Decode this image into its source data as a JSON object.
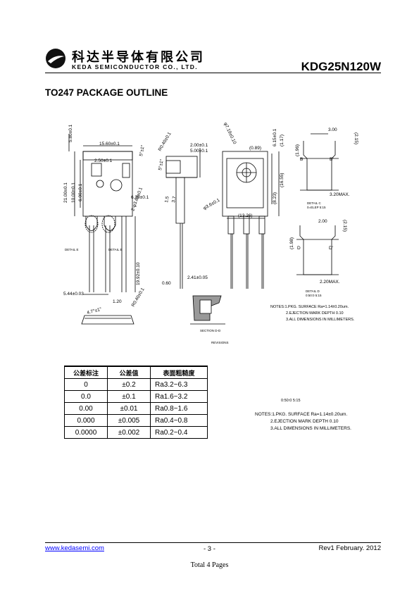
{
  "header": {
    "company_cn": "科达半导体有限公司",
    "company_en": "KEDA SEMICONDUCTOR CO., LTD.",
    "part_number": "KDG25N120W"
  },
  "section_title": "TO247 PACKAGE OUTLINE",
  "drawing": {
    "labels": {
      "top_5_80": "5.80±0.1",
      "width_15_60": "15.60±0.1",
      "hole_2_50": "2.50±0.1",
      "h_21_00": "21.00±0.1",
      "h_10_00": "10.00±0.1",
      "h_6_00": "6.00±0.1",
      "dia_6_20": "6.20±0.1",
      "dia_3_60": "2-φ3.60±0.1",
      "lead_19_92": "19.92±0.10",
      "pitch_5_44": "5.44±0.03",
      "lead_1_20": "1.20",
      "detail_e": "DETAIL E",
      "detail_e2": "DETAIL E",
      "r_0_40": "R0.40±0.1",
      "angle_5": "5°±1°",
      "angle_5b": "5°±1°",
      "angle_4_7": "4.7°±1°",
      "dim_2_00": "2.00±0.1",
      "dim_5_00": "5.00±0.1",
      "dim_1_5": "1.5",
      "dim_3_7": "3.7",
      "dim_0_60": "0.60",
      "dim_2_41": "2.41±0.05",
      "section_d": "SECTION D-D",
      "revisions": "REVISIONS",
      "phi_7": "φ7.19±0.10",
      "dim_0_89": "(0.89)",
      "dim_6_15": "6.15±0.1",
      "dim_1_17": "(1.17)",
      "dim_16_55": "(16.55)",
      "dim_8_23": "(8.23)",
      "phi_3_6": "φ3.6±0.1",
      "dim_13_26": "(13.26)",
      "dim_3_00": "3.00",
      "dim_2_15": "(2.15)",
      "dim_1_96": "(1.96)",
      "sec_b": "B",
      "sec_b2": "B'",
      "dim_3_20": "3.20MAX.",
      "detail_c": "DETAIL C",
      "detail_c_scale": "0=ELEP 5:15",
      "dim_2_00b": "2.00",
      "dim_2_15b": "(2.15)",
      "dim_1_98": "(1.98)",
      "sec_d": "D",
      "sec_d2": "D'",
      "dim_2_20": "2.20MAX.",
      "detail_d": "DETAIL D",
      "detail_d_scale": "0:50:0 5:15",
      "notes": [
        "NOTES:1.PKG. SURFACE Ra=1.14±0.20um.",
        "2.EJECTION MARK DEPTH 0.10",
        "3.ALL DIMENSIONS IN MILLIMETERS."
      ]
    }
  },
  "tolerance_table": {
    "headers": [
      "公差标注",
      "公差值",
      "表面粗糙度"
    ],
    "rows": [
      [
        "0",
        "±0.2",
        "Ra3.2~6.3"
      ],
      [
        "0.0",
        "±0.1",
        "Ra1.6~3.2"
      ],
      [
        "0.00",
        "±0.01",
        "Ra0.8~1.6"
      ],
      [
        "0.000",
        "±0.005",
        "Ra0.4~0.8"
      ],
      [
        "0.0000",
        "±0.002",
        "Ra0.2~0.4"
      ]
    ]
  },
  "notes_second": {
    "top": "0:50:0 5:15",
    "lines": [
      "NOTES:1.PKG. SURFACE Ra=1.14±0.20um.",
      "2.EJECTION MARK DEPTH 0.10",
      "3.ALL DIMENSIONS IN MILLIMETERS."
    ]
  },
  "footer": {
    "website": "www.kedasemi.com",
    "page": "- 3 -",
    "revision": "Rev1 February. 2012",
    "total": "Total 4 Pages"
  }
}
